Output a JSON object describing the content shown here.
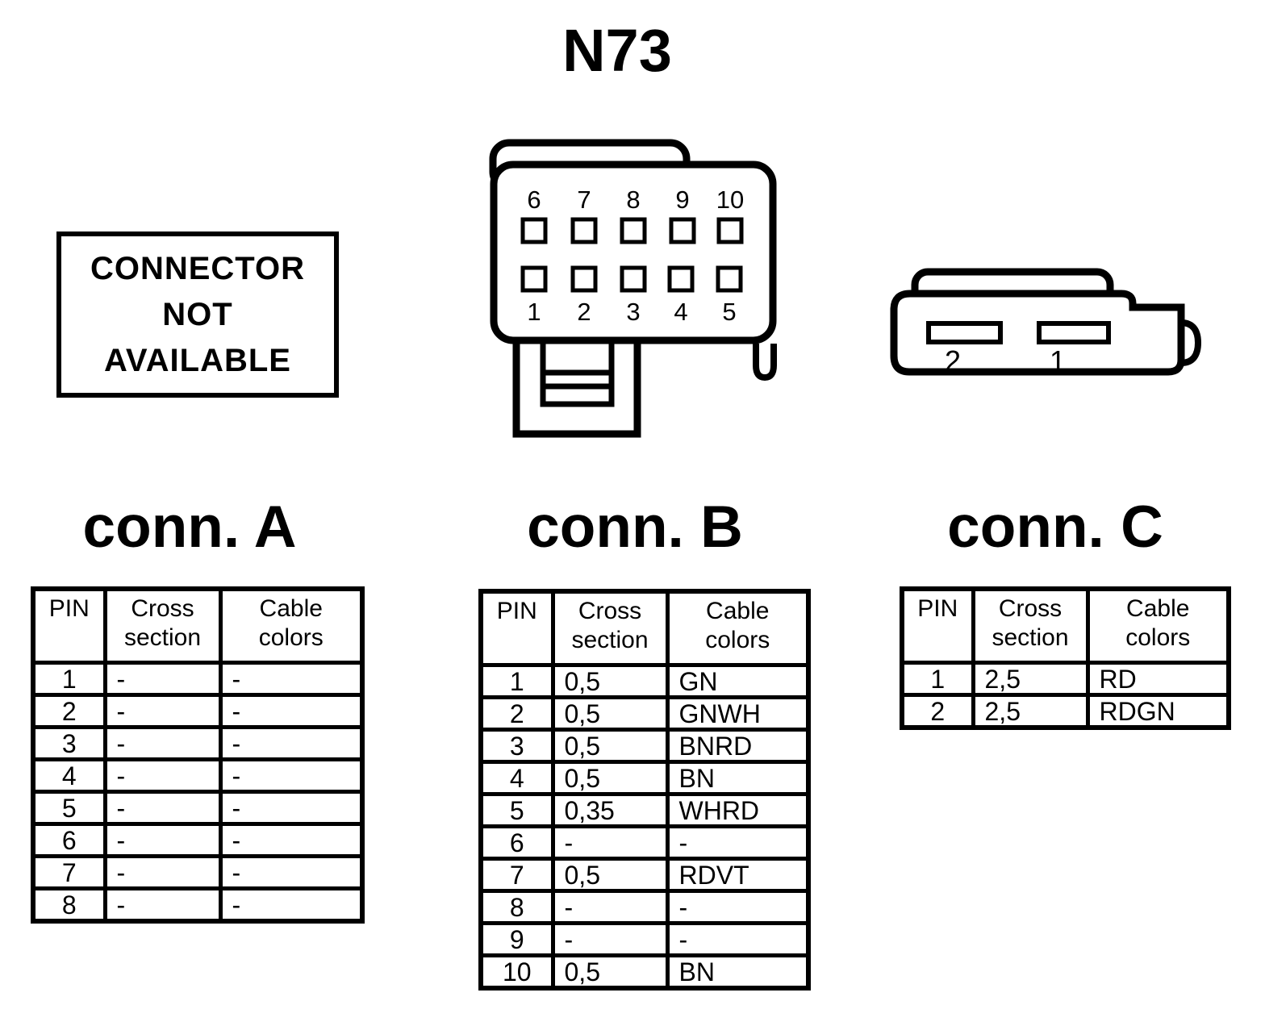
{
  "page": {
    "title": "N73"
  },
  "colors": {
    "ink": "#000000",
    "background": "#ffffff"
  },
  "not_available": {
    "lines": [
      "CONNECTOR",
      "NOT",
      "AVAILABLE"
    ]
  },
  "connector_b_diagram": {
    "pins_top": [
      "6",
      "7",
      "8",
      "9",
      "10"
    ],
    "pins_bottom": [
      "1",
      "2",
      "3",
      "4",
      "5"
    ]
  },
  "connector_c_diagram": {
    "pins": [
      "2",
      "1"
    ]
  },
  "tables": {
    "conn_a": {
      "title": "conn. A",
      "headers": [
        "PIN",
        "Cross section",
        "Cable colors"
      ],
      "rows": [
        [
          "1",
          "-",
          "-"
        ],
        [
          "2",
          "-",
          "-"
        ],
        [
          "3",
          "-",
          "-"
        ],
        [
          "4",
          "-",
          "-"
        ],
        [
          "5",
          "-",
          "-"
        ],
        [
          "6",
          "-",
          "-"
        ],
        [
          "7",
          "-",
          "-"
        ],
        [
          "8",
          "-",
          "-"
        ]
      ]
    },
    "conn_b": {
      "title": "conn. B",
      "headers": [
        "PIN",
        "Cross section",
        "Cable colors"
      ],
      "rows": [
        [
          "1",
          "0,5",
          "GN"
        ],
        [
          "2",
          "0,5",
          "GNWH"
        ],
        [
          "3",
          "0,5",
          "BNRD"
        ],
        [
          "4",
          "0,5",
          "BN"
        ],
        [
          "5",
          "0,35",
          "WHRD"
        ],
        [
          "6",
          "-",
          "-"
        ],
        [
          "7",
          "0,5",
          "RDVT"
        ],
        [
          "8",
          "-",
          "-"
        ],
        [
          "9",
          "-",
          "-"
        ],
        [
          "10",
          "0,5",
          "BN"
        ]
      ]
    },
    "conn_c": {
      "title": "conn. C",
      "headers": [
        "PIN",
        "Cross section",
        "Cable colors"
      ],
      "rows": [
        [
          "1",
          "2,5",
          "RD"
        ],
        [
          "2",
          "2,5",
          "RDGN"
        ]
      ]
    }
  }
}
